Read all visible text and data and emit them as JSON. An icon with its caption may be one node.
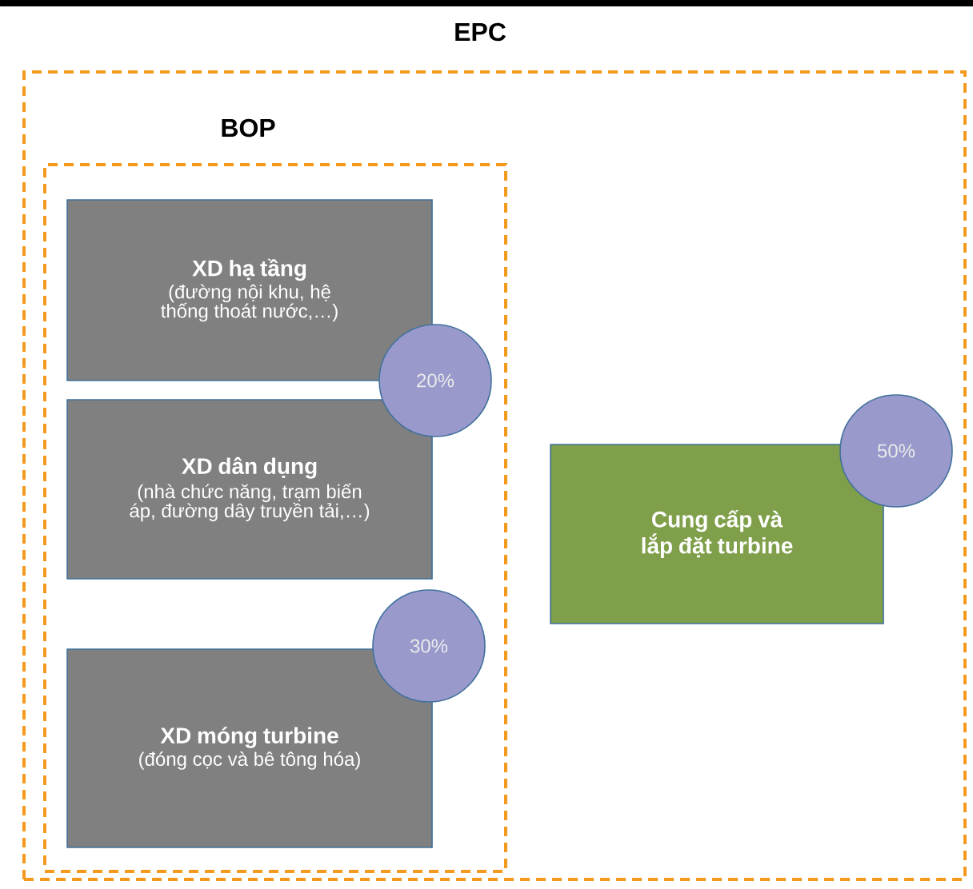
{
  "diagram": {
    "nodes": [
      {
        "text": [
          "EPC"
        ]
      },
      {
        "text": [
          "BOP"
        ],
        "in": 0
      },
      {
        "text": [
          "XD hạ tầng",
          "(đường nội khu, hệ thống thoát nước,…)"
        ],
        "in": 1
      },
      {
        "text": [
          "20%"
        ],
        "in": 1
      },
      {
        "text": [
          "XD dân dụng",
          "(nhà chức năng, trạm biến áp, đường dây truyền tải,…)"
        ],
        "in": 1
      },
      {
        "text": [
          "30%"
        ],
        "in": 1
      },
      {
        "text": [
          "XD móng turbine",
          "(đóng cọc và bê tông hóa)"
        ],
        "in": 1
      },
      {
        "text": [
          "Cung cấp và lắp đặt turbine"
        ],
        "in": 0
      },
      {
        "text": [
          "50%"
        ],
        "in": 0
      }
    ]
  }
}
